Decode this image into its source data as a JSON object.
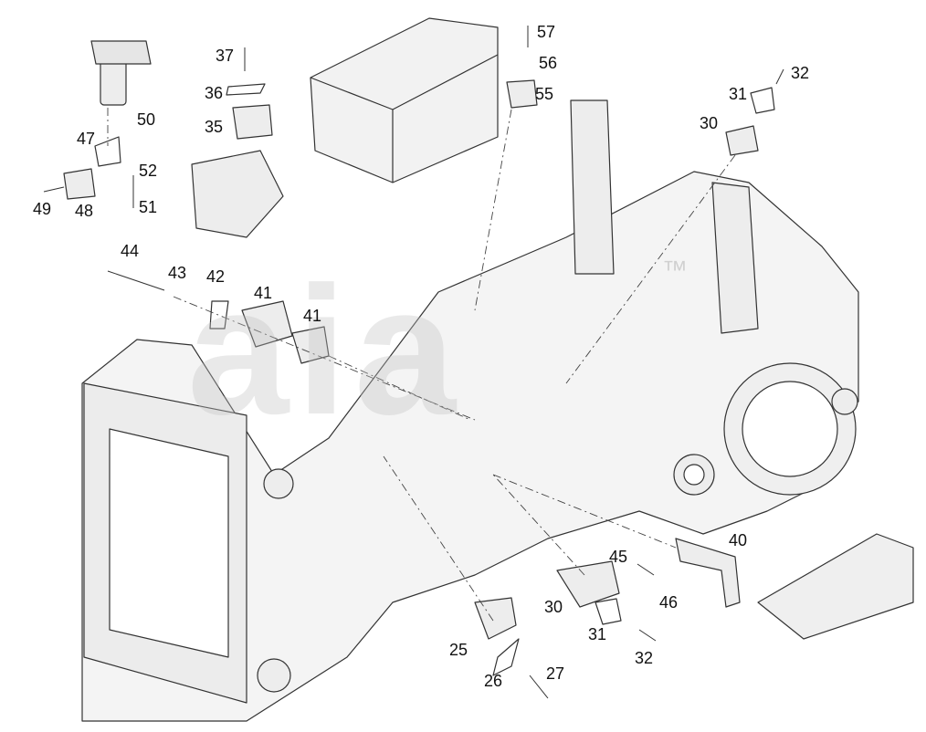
{
  "diagram": {
    "callouts": [
      "57",
      "56",
      "55",
      "37",
      "36",
      "35",
      "32",
      "31",
      "30",
      "50",
      "47",
      "52",
      "49",
      "48",
      "51",
      "44",
      "43",
      "42",
      "41",
      "41",
      "40",
      "45",
      "46",
      "30",
      "31",
      "32",
      "25",
      "26",
      "27"
    ],
    "watermark": {
      "text": "aia",
      "mark": "™"
    },
    "colors": {
      "line": "#333333",
      "fill": "#f4f4f4",
      "watermark": "#c2c2c2"
    }
  }
}
